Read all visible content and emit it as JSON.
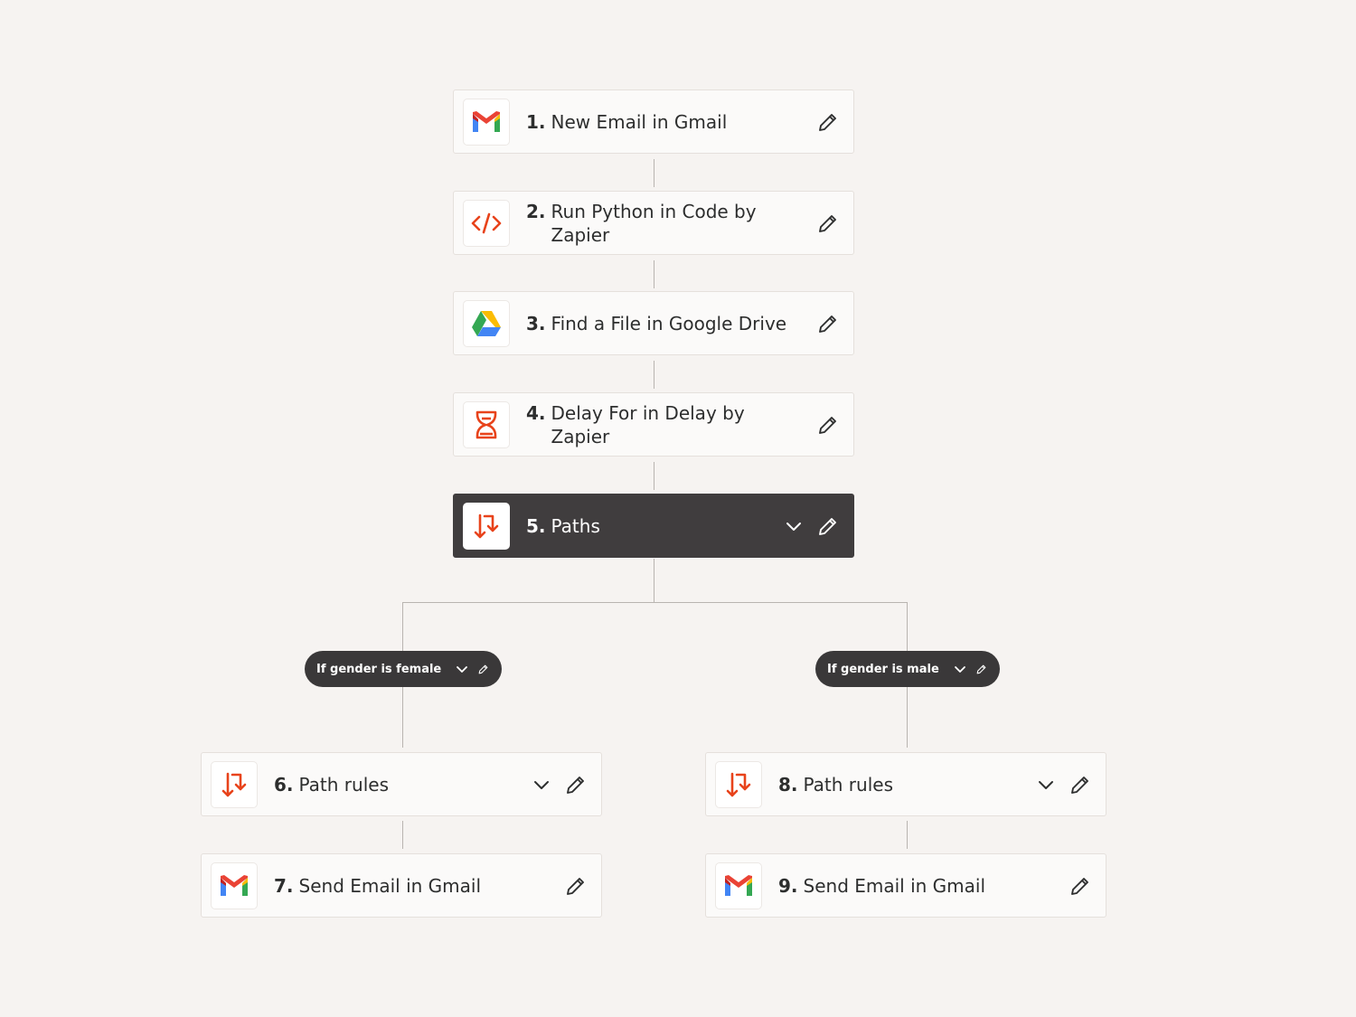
{
  "colors": {
    "background": "#f6f3f1",
    "selected_step": "#403d3e",
    "accent": "#e8431b"
  },
  "steps": [
    {
      "number": "1.",
      "label": "New Email in Gmail",
      "icon": "gmail-icon",
      "selected": false,
      "expandable": false
    },
    {
      "number": "2.",
      "label": "Run Python in Code by Zapier",
      "icon": "code-icon",
      "selected": false,
      "expandable": false
    },
    {
      "number": "3.",
      "label": "Find a File in Google Drive",
      "icon": "google-drive-icon",
      "selected": false,
      "expandable": false
    },
    {
      "number": "4.",
      "label": "Delay For in Delay by Zapier",
      "icon": "hourglass-icon",
      "selected": false,
      "expandable": false
    },
    {
      "number": "5.",
      "label": "Paths",
      "icon": "paths-icon",
      "selected": true,
      "expandable": true
    },
    {
      "number": "6.",
      "label": "Path rules",
      "icon": "paths-icon",
      "selected": false,
      "expandable": true
    },
    {
      "number": "7.",
      "label": "Send Email in Gmail",
      "icon": "gmail-icon",
      "selected": false,
      "expandable": false
    },
    {
      "number": "8.",
      "label": "Path rules",
      "icon": "paths-icon",
      "selected": false,
      "expandable": true
    },
    {
      "number": "9.",
      "label": "Send Email in Gmail",
      "icon": "gmail-icon",
      "selected": false,
      "expandable": false
    }
  ],
  "branches": [
    {
      "label": "If gender is female"
    },
    {
      "label": "If gender is male"
    }
  ]
}
